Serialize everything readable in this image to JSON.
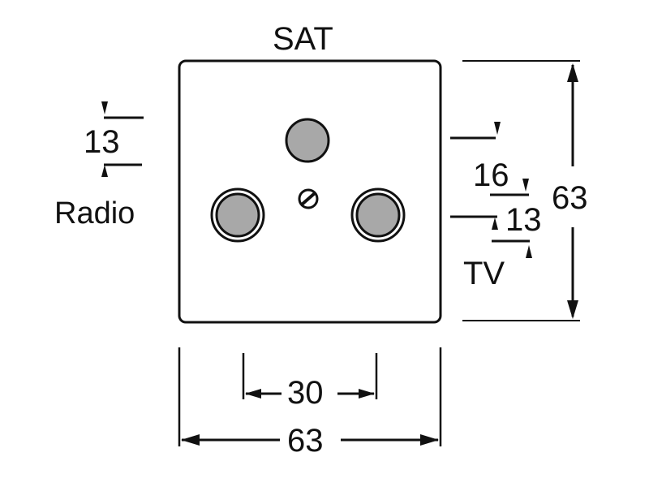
{
  "labels": {
    "sat": "SAT",
    "radio": "Radio",
    "tv": "TV"
  },
  "dimensions": {
    "radio_port_size": "13",
    "tv_port_offset": "16",
    "tv_port_size": "13",
    "plate_height": "63",
    "port_spacing": "30",
    "plate_width": "63"
  },
  "colors": {
    "line": "#111111",
    "port_fill": "#a8a8a8",
    "background": "#ffffff"
  },
  "icons": {
    "center_screw": "screw-icon"
  }
}
